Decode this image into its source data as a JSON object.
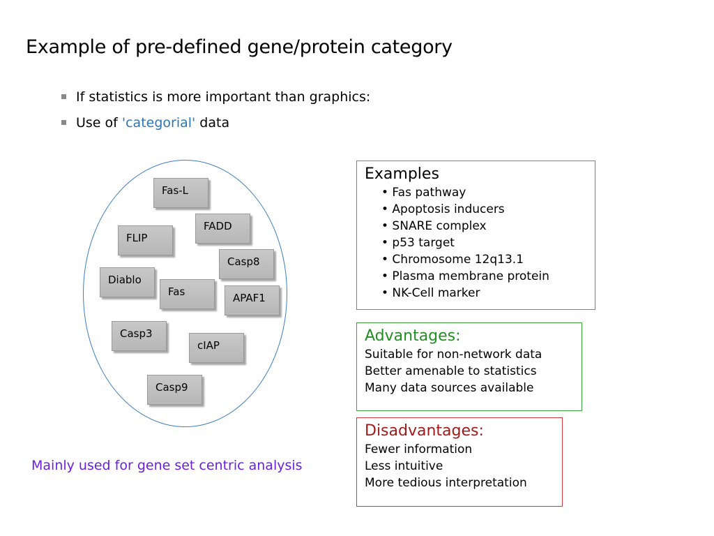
{
  "title": "Example of pre-defined gene/protein category",
  "bullets": {
    "b1": "If statistics is more important than graphics:",
    "b2_pre": "Use of ",
    "b2_hl": "'categorial'",
    "b2_post": " data"
  },
  "genes": [
    "Fas-L",
    "FADD",
    "FLIP",
    "Casp8",
    "Diablo",
    "Fas",
    "APAF1",
    "Casp3",
    "cIAP",
    "Casp9"
  ],
  "examples": {
    "header": "Examples",
    "items": [
      "• Fas pathway",
      "• Apoptosis inducers",
      "• SNARE complex",
      "• p53 target",
      "• Chromosome 12q13.1",
      "• Plasma membrane protein",
      "• NK-Cell marker"
    ]
  },
  "advantages": {
    "header": "Advantages:",
    "items": [
      "Suitable for non-network data",
      "Better amenable to statistics",
      "Many data sources available"
    ]
  },
  "disadvantages": {
    "header": "Disadvantages:",
    "items": [
      "Fewer information",
      "Less intuitive",
      "More tedious interpretation"
    ]
  },
  "note": "Mainly used for gene set centric analysis",
  "colors": {
    "ellipse": "#3a7ec2",
    "highlight": "#2e75b6",
    "advantages": "#1f8f1f",
    "disadvantages": "#a01c1c",
    "note": "#6a1fe0"
  }
}
